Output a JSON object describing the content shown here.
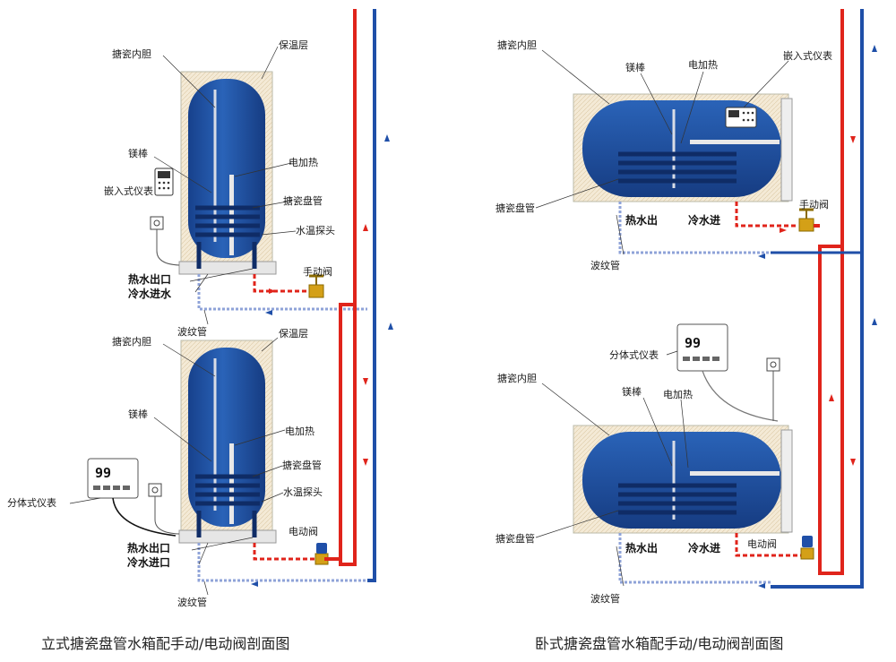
{
  "left_top": {
    "inner_tank": "搪瓷内胆",
    "insulation": "保温层",
    "anode_rod": "镁棒",
    "electric_heater": "电加热",
    "embedded_meter": "嵌入式仪表",
    "coil": "搪瓷盘管",
    "temp_probe": "水温探头",
    "manual_valve": "手动阀",
    "hot_outlet": "热水出口",
    "cold_inlet": "冷水进水",
    "bellows": "波纹管"
  },
  "left_bottom": {
    "inner_tank": "搪瓷内胆",
    "insulation": "保温层",
    "anode_rod": "镁棒",
    "electric_heater": "电加热",
    "coil": "搪瓷盘管",
    "split_meter": "分体式仪表",
    "temp_probe": "水温探头",
    "electric_valve": "电动阀",
    "hot_outlet": "热水出口",
    "cold_inlet": "冷水进口",
    "bellows": "波纹管",
    "display_value": "99"
  },
  "right_top": {
    "inner_tank": "搪瓷内胆",
    "anode_rod": "镁棒",
    "electric_heater": "电加热",
    "embedded_meter": "嵌入式仪表",
    "coil": "搪瓷盘管",
    "hot_out": "热水出",
    "cold_in": "冷水进",
    "manual_valve": "手动阀",
    "bellows": "波纹管"
  },
  "right_bottom": {
    "split_meter": "分体式仪表",
    "display_value": "99",
    "inner_tank": "搪瓷内胆",
    "anode_rod": "镁棒",
    "electric_heater": "电加热",
    "coil": "搪瓷盘管",
    "hot_out": "热水出",
    "cold_in": "冷水进",
    "electric_valve": "电动阀",
    "bellows": "波纹管"
  },
  "captions": {
    "left": "立式搪瓷盘管水箱配手动/电动阀剖面图",
    "right": "卧式搪瓷盘管水箱配手动/电动阀剖面图"
  },
  "colors": {
    "tank_blue": "#1d4fa3",
    "insulation": "#efe4cf",
    "hot_pipe": "#e0241b",
    "cold_pipe": "#1f4fa8",
    "bellows": "#8fa3d8"
  }
}
